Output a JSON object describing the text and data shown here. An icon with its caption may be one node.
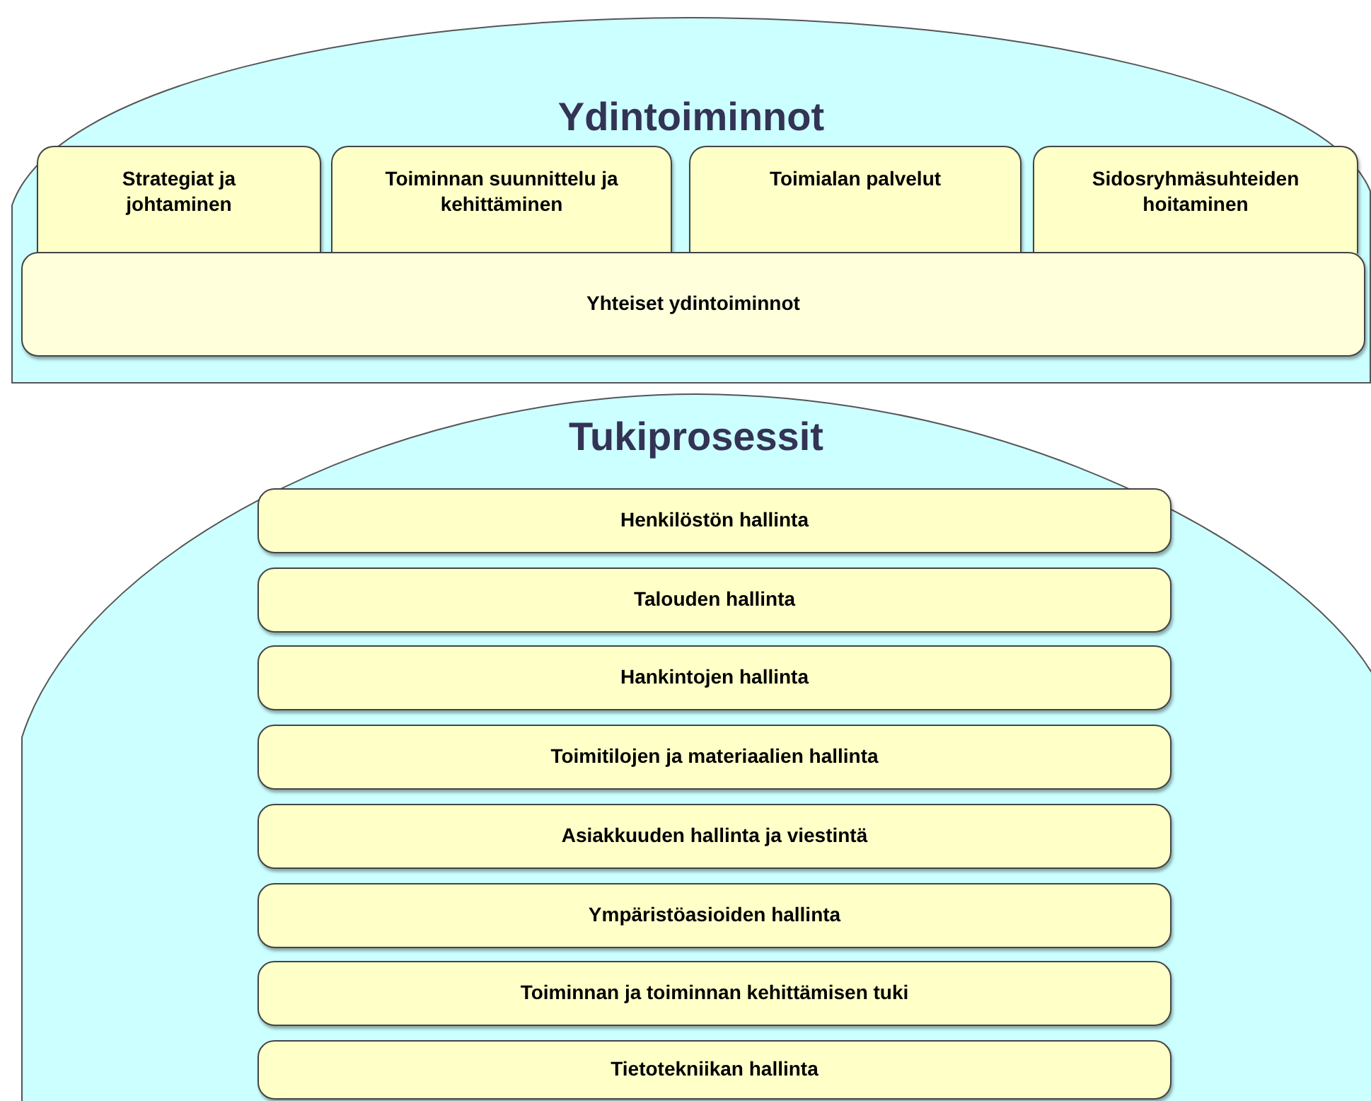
{
  "diagram": {
    "nodes": [
      {
        "text": [
          "Ydintoiminnot"
        ]
      },
      {
        "text": [
          "Strategiat ja johtaminen"
        ],
        "in": 0
      },
      {
        "text": [
          "Toiminnan suunnittelu ja kehittäminen"
        ],
        "in": 0
      },
      {
        "text": [
          "Toimialan palvelut"
        ],
        "in": 0
      },
      {
        "text": [
          "Sidosryhmäsuhteiden hoitaminen"
        ],
        "in": 0
      },
      {
        "text": [
          "Yhteiset ydintoiminnot"
        ],
        "in": 0
      },
      {
        "text": [
          "Tukiprosessit"
        ]
      },
      {
        "text": [
          "Henkilöstön hallinta"
        ],
        "in": 6
      },
      {
        "text": [
          "Talouden hallinta"
        ],
        "in": 6
      },
      {
        "text": [
          "Hankintojen hallinta"
        ],
        "in": 6
      },
      {
        "text": [
          "Toimitilojen  ja materiaalien hallinta"
        ],
        "in": 6
      },
      {
        "text": [
          "Asiakkuuden hallinta ja viestintä"
        ],
        "in": 6
      },
      {
        "text": [
          "Ympäristöasioiden hallinta"
        ],
        "in": 6
      },
      {
        "text": [
          "Toiminnan ja toiminnan kehittämisen tuki"
        ],
        "in": 6
      },
      {
        "text": [
          "Tietotekniikan hallinta"
        ],
        "in": 6
      }
    ]
  }
}
